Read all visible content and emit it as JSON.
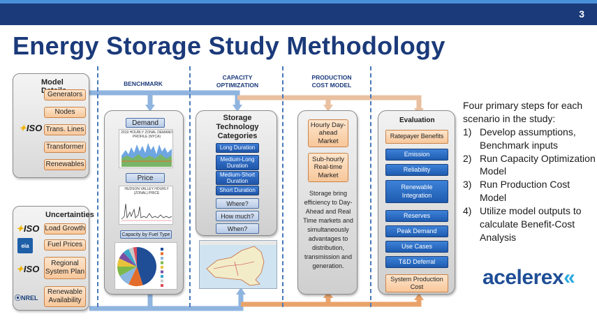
{
  "slide": {
    "number": "3",
    "title": "Energy Storage Study Methodology"
  },
  "model_details": {
    "title": "Model Details",
    "items": [
      "Generators",
      "Nodes",
      "Trans. Lines",
      "Transformer",
      "Renewables"
    ]
  },
  "uncertainties": {
    "title": "Uncertainties",
    "items": [
      "Load Growth",
      "Fuel Prices",
      "Regional System Plan",
      "Renewable Availability"
    ]
  },
  "logos": {
    "iso": "ISO",
    "eia": "eia",
    "nrel": "NREL"
  },
  "columns": {
    "benchmark": "BENCHMARK",
    "capacity": "CAPACITY OPTIMIZATION",
    "production": "PRODUCTION COST MODEL"
  },
  "benchmark": {
    "demand": "Demand",
    "price": "Price",
    "capacity_by_fuel": "Capacity by Fuel Type",
    "demand_chart_caption": "2019 HOURLY ZONAL DEMAND PROFILE (NYCA)",
    "price_chart_caption": "HUDSON VALLEY HOURLY (ZONAL) PRICE"
  },
  "storage": {
    "title": "Storage Technology Categories",
    "categories": [
      "Long Duration",
      "Medium-Long Duration",
      "Medium-Short Duration",
      "Short Duration"
    ],
    "questions": [
      "Where?",
      "How much?",
      "When?"
    ]
  },
  "production": {
    "hourly": "Hourly Day-ahead Market",
    "subhourly": "Sub-hourly Real-time Market",
    "description": "Storage bring efficiency to Day-Ahead and Real Time markets and simultaneously advantages to distribution, transmission and generation."
  },
  "evaluation": {
    "title": "Evaluation",
    "items": [
      "Ratepayer Benefits",
      "Emission",
      "Reliability",
      "Renewable Integration",
      "Reserves",
      "Peak Demand",
      "Use Cases",
      "T&D Deferral",
      "System Production Cost"
    ]
  },
  "right": {
    "intro": "Four primary steps for each scenario in the study:",
    "steps": [
      {
        "n": "1)",
        "text": "Develop assumptions, Benchmark inputs"
      },
      {
        "n": "2)",
        "text": "Run Capacity Optimization Model"
      },
      {
        "n": "3)",
        "text": "Run Production Cost Model"
      },
      {
        "n": "4)",
        "text": "Utilize model outputs to calculate Benefit-Cost Analysis"
      }
    ]
  },
  "brand": {
    "name": "acelerex"
  },
  "pie_chart": {
    "type": "pie",
    "values": [
      45,
      12,
      10,
      8,
      7,
      6,
      5,
      4,
      3
    ],
    "colors": [
      "#1f4e96",
      "#e36c2a",
      "#8ab6e0",
      "#7db84a",
      "#e8c23a",
      "#7a4fa3",
      "#3aa5c9",
      "#c9c9c9",
      "#d94a5a"
    ]
  },
  "colors": {
    "navy": "#1b3a7a",
    "blue": "#1f55a8",
    "orange": "#f8c79a",
    "arrow_blue": "#8fb4df",
    "arrow_orange": "#e9a36a"
  }
}
